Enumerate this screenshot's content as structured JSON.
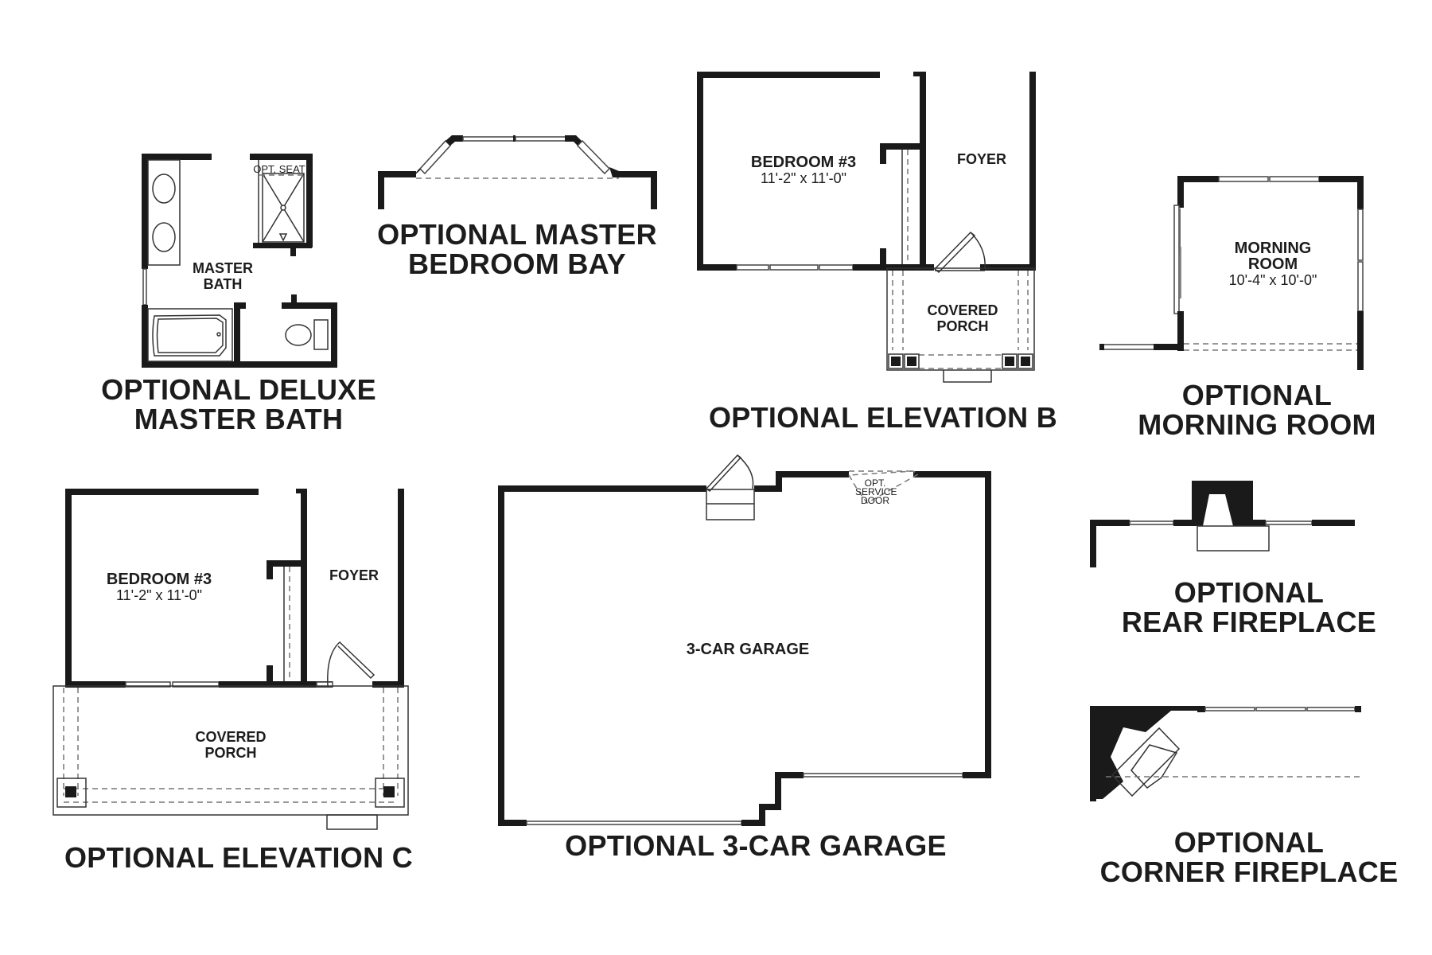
{
  "sheet": {
    "panels": {
      "deluxe_bath": {
        "caption": [
          "OPTIONAL DELUXE",
          "MASTER BATH"
        ],
        "room_label": [
          "MASTER",
          "BATH"
        ],
        "note": "OPT. SEAT"
      },
      "bedroom_bay": {
        "caption": [
          "OPTIONAL MASTER",
          "BEDROOM BAY"
        ]
      },
      "elevation_b": {
        "caption": "OPTIONAL ELEVATION B",
        "bedroom": {
          "name": "BEDROOM #3",
          "dimensions": "11'-2\" x 11'-0\""
        },
        "foyer": "FOYER",
        "porch": [
          "COVERED",
          "PORCH"
        ]
      },
      "morning_room": {
        "caption": [
          "OPTIONAL",
          "MORNING ROOM"
        ],
        "room": {
          "name": [
            "MORNING",
            "ROOM"
          ],
          "dimensions": "10'-4\" x 10'-0\""
        }
      },
      "elevation_c": {
        "caption": "OPTIONAL ELEVATION C",
        "bedroom": {
          "name": "BEDROOM #3",
          "dimensions": "11'-2\" x 11'-0\""
        },
        "foyer": "FOYER",
        "porch": [
          "COVERED",
          "PORCH"
        ]
      },
      "garage": {
        "caption": "OPTIONAL 3-CAR GARAGE",
        "room_label": "3-CAR GARAGE",
        "note": [
          "OPT.",
          "SERVICE",
          "DOOR"
        ]
      },
      "rear_fireplace": {
        "caption": [
          "OPTIONAL",
          "REAR FIREPLACE"
        ]
      },
      "corner_fireplace": {
        "caption": [
          "OPTIONAL",
          "CORNER FIREPLACE"
        ]
      }
    },
    "colors": {
      "wall": "#1a1a1a",
      "background": "#ffffff",
      "text": "#1c1c1c"
    }
  }
}
